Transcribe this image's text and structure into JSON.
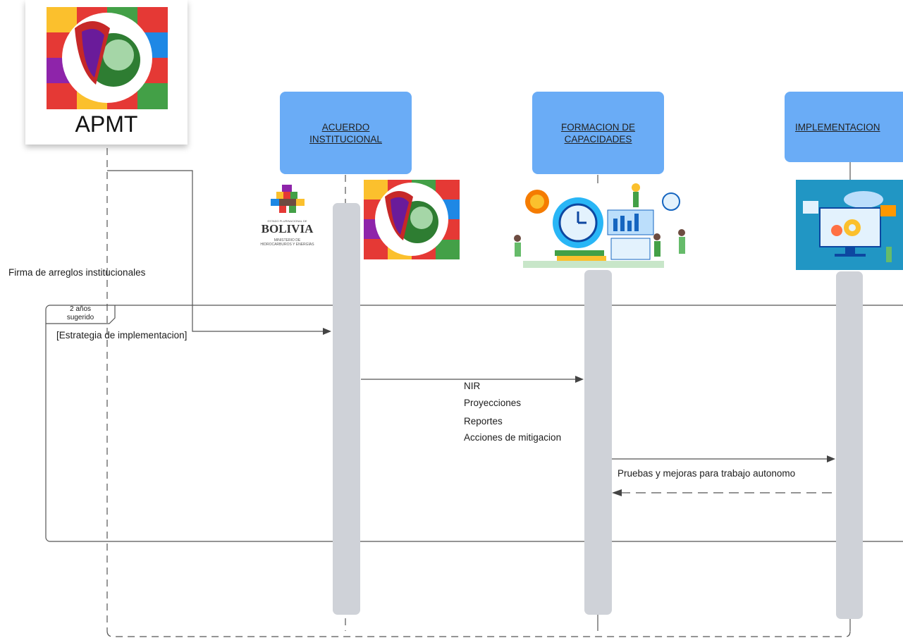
{
  "logo": {
    "label": "APMT",
    "colors": [
      "#e53935",
      "#fbc02d",
      "#43a047",
      "#1e88e5",
      "#8e24aa",
      "#ffffff"
    ]
  },
  "participants": [
    {
      "label_line1": "ACUERDO",
      "label_line2": "INSTITUCIONAL"
    },
    {
      "label_line1": "FORMACION DE",
      "label_line2": "CAPACIDADES"
    },
    {
      "label_line1": "IMPLEMENTACION",
      "label_line2": ""
    }
  ],
  "bolivia_logo": {
    "line1": "ESTADO PLURINACIONAL DE",
    "name": "BOLIVIA",
    "line2": "MINISTERIO DE",
    "line3": "HIDROCARBUROS Y ENERGÍAS"
  },
  "messages": {
    "firma": "Firma de arreglos institucionales",
    "estrategia": "[Estrategia de implementacion]",
    "pruebas": "Pruebas y mejoras para trabajo autonomo"
  },
  "capacidades_items": [
    "NIR",
    "Proyecciones",
    "Reportes",
    "Acciones de mitigacion"
  ],
  "loop_frame": {
    "label_line1": "2 años",
    "label_line2": "sugerido"
  },
  "colors": {
    "box_blue": "#6aacf6",
    "activation_gray": "#cfd2d8",
    "line": "#555555"
  }
}
